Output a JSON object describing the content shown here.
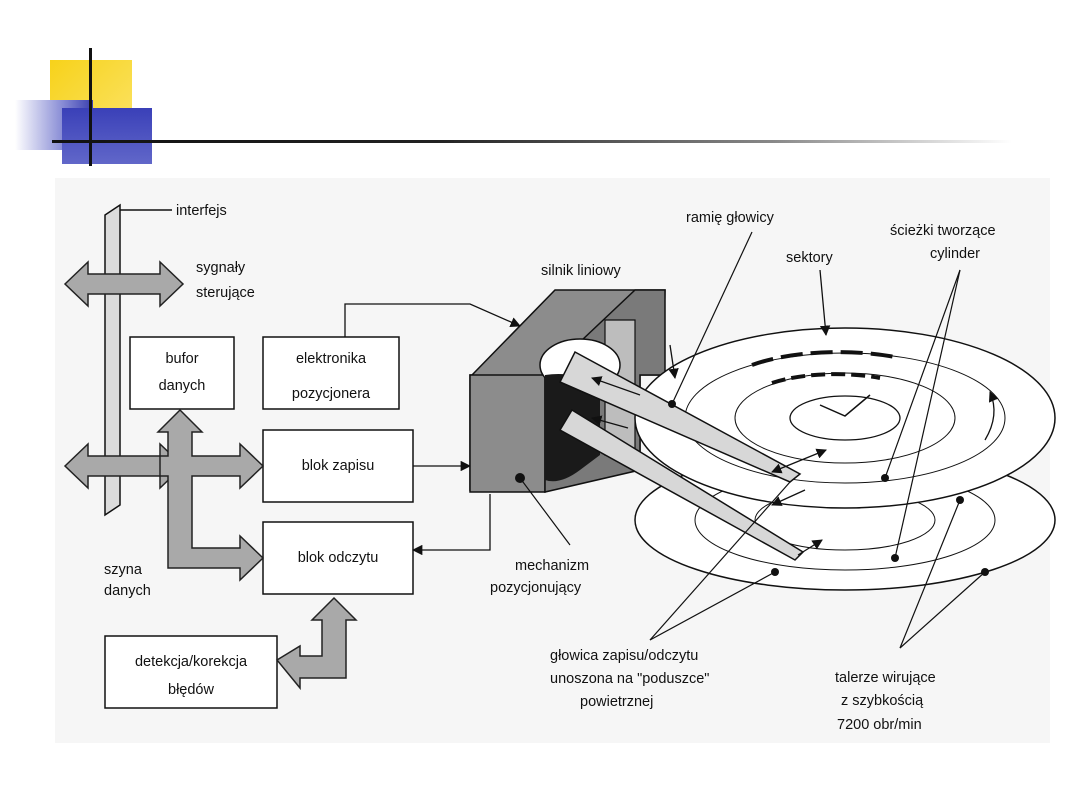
{
  "labels": {
    "interface": "interfejs",
    "control_signals_1": "sygnały",
    "control_signals_2": "sterujące",
    "data_buffer_1": "bufor",
    "data_buffer_2": "danych",
    "positioner_electronics_1": "elektronika",
    "positioner_electronics_2": "pozycjonera",
    "write_block": "blok zapisu",
    "read_block": "blok odczytu",
    "data_bus_1": "szyna",
    "data_bus_2": "danych",
    "error_detection_1": "detekcja/korekcja",
    "error_detection_2": "błędów",
    "linear_motor": "silnik liniowy",
    "positioning_mechanism_1": "mechanizm",
    "positioning_mechanism_2": "pozycjonujący",
    "head_arm": "ramię głowicy",
    "sectors": "sektory",
    "tracks_1": "ścieżki tworzące",
    "tracks_2": "cylinder",
    "head_1": "głowica zapisu/odczytu",
    "head_2": "unoszona na \"poduszce\"",
    "head_3": "powietrznej",
    "platters_1": "talerze wirujące",
    "platters_2": "z szybkością",
    "platters_3": "7200 obr/min"
  },
  "colors": {
    "accent_yellow": "#f7d21a",
    "accent_blue": "#3a40b8",
    "arrow_fill": "#a9a9a9",
    "motor_fill": "#8c8c8c"
  }
}
